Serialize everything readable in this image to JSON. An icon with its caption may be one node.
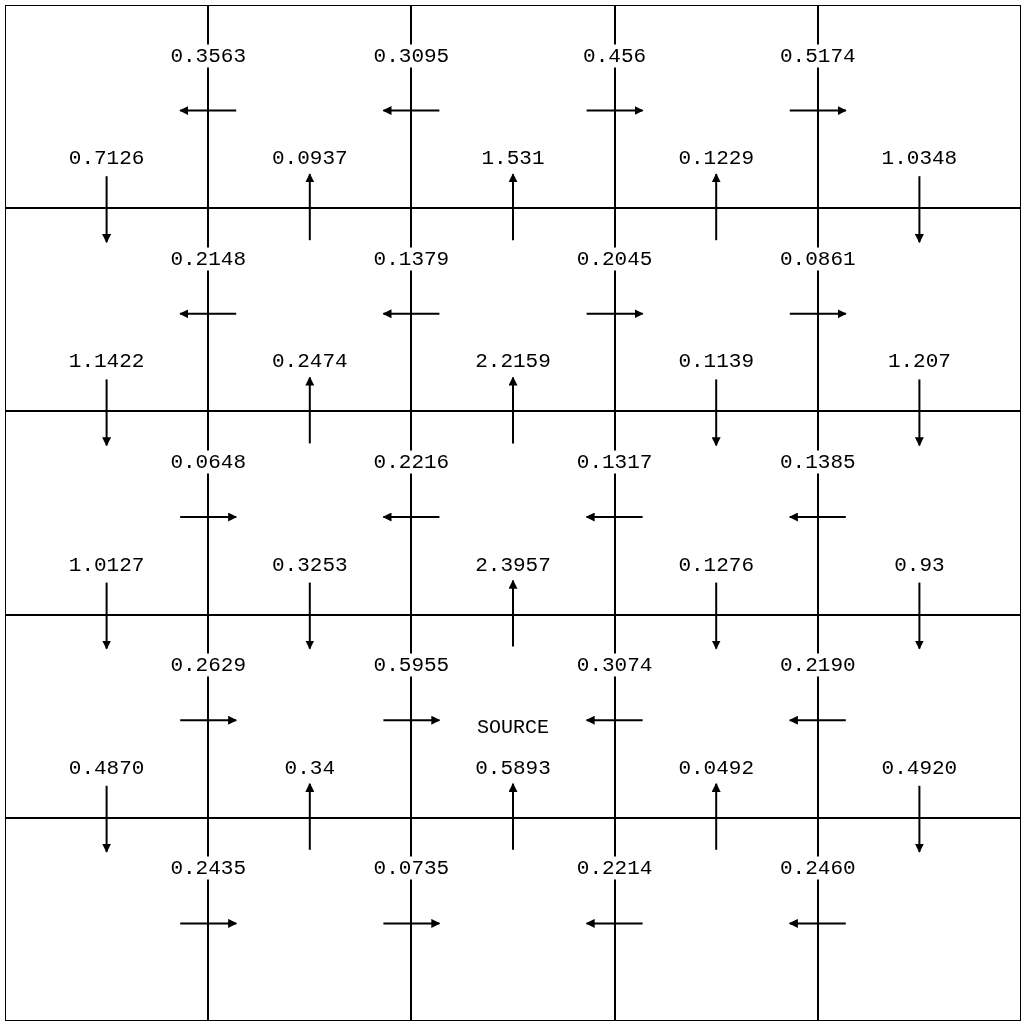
{
  "diagram": {
    "nodes": [
      {
        "text": [],
        "shape": "box"
      },
      {
        "text": [],
        "shape": "box"
      },
      {
        "text": [],
        "shape": "box"
      },
      {
        "text": [],
        "shape": "box"
      },
      {
        "text": [],
        "shape": "box"
      },
      {
        "text": [],
        "shape": "box"
      },
      {
        "text": [],
        "shape": "box"
      },
      {
        "text": [],
        "shape": "box"
      },
      {
        "text": [],
        "shape": "box"
      },
      {
        "text": [],
        "shape": "box"
      },
      {
        "text": [],
        "shape": "box"
      },
      {
        "text": [],
        "shape": "box"
      },
      {
        "text": [],
        "shape": "box"
      },
      {
        "text": [],
        "shape": "box"
      },
      {
        "text": [],
        "shape": "box"
      },
      {
        "text": [],
        "shape": "box"
      },
      {
        "text": [],
        "shape": "box"
      },
      {
        "text": [
          "SOURCE"
        ]
      },
      {
        "text": [],
        "shape": "box"
      },
      {
        "text": [],
        "shape": "box"
      },
      {
        "text": [],
        "shape": "box"
      },
      {
        "text": [],
        "shape": "box"
      },
      {
        "text": [],
        "shape": "box"
      },
      {
        "text": [],
        "shape": "box"
      },
      {
        "text": [],
        "shape": "box"
      }
    ],
    "edges": [
      {
        "from": 1,
        "to": 0,
        "arrow": "to",
        "label": "0.3563"
      },
      {
        "from": 2,
        "to": 1,
        "arrow": "to",
        "label": "0.3095"
      },
      {
        "from": 2,
        "to": 3,
        "arrow": "to",
        "label": "0.456"
      },
      {
        "from": 3,
        "to": 4,
        "arrow": "to",
        "label": "0.5174"
      },
      {
        "from": 0,
        "to": 5,
        "arrow": "to",
        "label": "0.7126"
      },
      {
        "from": 6,
        "to": 1,
        "arrow": "to",
        "label": "0.0937"
      },
      {
        "from": 7,
        "to": 2,
        "arrow": "to",
        "label": "1.531"
      },
      {
        "from": 8,
        "to": 3,
        "arrow": "to",
        "label": "0.1229"
      },
      {
        "from": 4,
        "to": 9,
        "arrow": "to",
        "label": "1.0348"
      },
      {
        "from": 6,
        "to": 5,
        "arrow": "to",
        "label": "0.2148"
      },
      {
        "from": 7,
        "to": 6,
        "arrow": "to",
        "label": "0.1379"
      },
      {
        "from": 7,
        "to": 8,
        "arrow": "to",
        "label": "0.2045"
      },
      {
        "from": 8,
        "to": 9,
        "arrow": "to",
        "label": "0.0861"
      },
      {
        "from": 5,
        "to": 10,
        "arrow": "to",
        "label": "1.1422"
      },
      {
        "from": 11,
        "to": 6,
        "arrow": "to",
        "label": "0.2474"
      },
      {
        "from": 12,
        "to": 7,
        "arrow": "to",
        "label": "2.2159"
      },
      {
        "from": 8,
        "to": 13,
        "arrow": "to",
        "label": "0.1139"
      },
      {
        "from": 9,
        "to": 14,
        "arrow": "to",
        "label": "1.207"
      },
      {
        "from": 10,
        "to": 11,
        "arrow": "to",
        "label": "0.0648"
      },
      {
        "from": 12,
        "to": 11,
        "arrow": "to",
        "label": "0.2216"
      },
      {
        "from": 13,
        "to": 12,
        "arrow": "to",
        "label": "0.1317"
      },
      {
        "from": 14,
        "to": 13,
        "arrow": "to",
        "label": "0.1385"
      },
      {
        "from": 10,
        "to": 15,
        "arrow": "to",
        "label": "1.0127"
      },
      {
        "from": 11,
        "to": 16,
        "arrow": "to",
        "label": "0.3253"
      },
      {
        "from": 17,
        "to": 12,
        "arrow": "to",
        "label": "2.3957"
      },
      {
        "from": 13,
        "to": 18,
        "arrow": "to",
        "label": "0.1276"
      },
      {
        "from": 14,
        "to": 19,
        "arrow": "to",
        "label": "0.93"
      },
      {
        "from": 15,
        "to": 16,
        "arrow": "to",
        "label": "0.2629"
      },
      {
        "from": 16,
        "to": 17,
        "arrow": "to",
        "label": "0.5955"
      },
      {
        "from": 18,
        "to": 17,
        "arrow": "to",
        "label": "0.3074"
      },
      {
        "from": 19,
        "to": 18,
        "arrow": "to",
        "label": "0.2190"
      },
      {
        "from": 15,
        "to": 20,
        "arrow": "to",
        "label": "0.4870"
      },
      {
        "from": 21,
        "to": 16,
        "arrow": "to",
        "label": "0.34"
      },
      {
        "from": 22,
        "to": 17,
        "arrow": "to",
        "label": "0.5893"
      },
      {
        "from": 23,
        "to": 18,
        "arrow": "to",
        "label": "0.0492"
      },
      {
        "from": 19,
        "to": 24,
        "arrow": "to",
        "label": "0.4920"
      },
      {
        "from": 20,
        "to": 21,
        "arrow": "to",
        "label": "0.2435"
      },
      {
        "from": 21,
        "to": 22,
        "arrow": "to",
        "label": "0.0735"
      },
      {
        "from": 23,
        "to": 22,
        "arrow": "to",
        "label": "0.2214"
      },
      {
        "from": 24,
        "to": 23,
        "arrow": "to",
        "label": "0.2460"
      }
    ]
  }
}
